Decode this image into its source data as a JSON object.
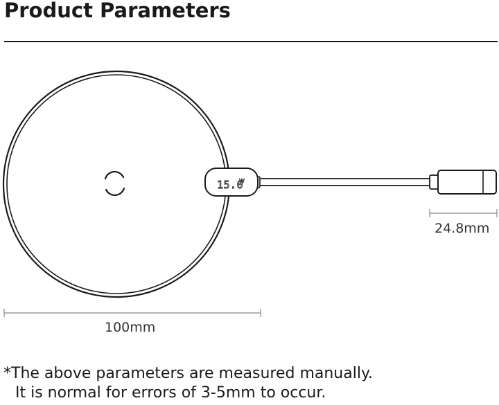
{
  "header": {
    "title": "Product Parameters"
  },
  "diagram": {
    "display_reading": "15.0",
    "display_unit": "W",
    "dimensions": {
      "diameter": "100mm",
      "plug_length": "24.8mm"
    }
  },
  "footnote": {
    "line1": "*The above parameters are measured manually.",
    "line2": "It is normal for errors of 3-5mm to occur."
  },
  "colors": {
    "line": "#1a1a1a",
    "dimension_line": "#888888",
    "text": "#1a1a1a"
  }
}
